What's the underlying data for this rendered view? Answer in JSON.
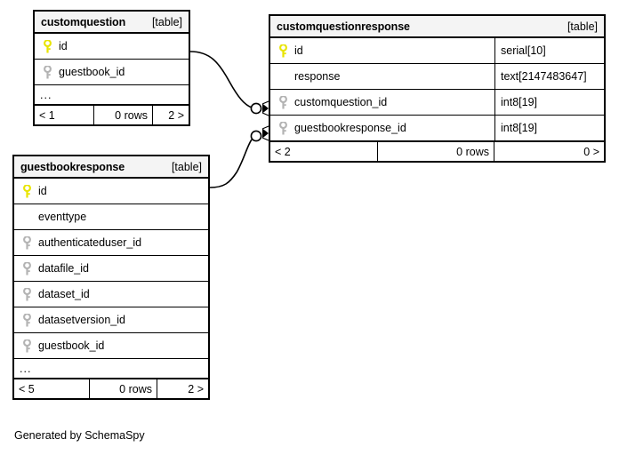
{
  "diagram": {
    "caption": "Generated by SchemaSpy",
    "table_tag": "[table]",
    "ellipsis": "..."
  },
  "entities": [
    {
      "id": "customquestion",
      "title": "customquestion",
      "tag": "[table]",
      "has_ellipsis_row": true,
      "columns": [
        {
          "name": "id",
          "key": "primary",
          "type": ""
        },
        {
          "name": "guestbook_id",
          "key": "foreign",
          "type": ""
        }
      ],
      "footer": {
        "left": "< 1",
        "center": "0 rows",
        "right": "2 >"
      }
    },
    {
      "id": "customquestionresponse",
      "title": "customquestionresponse",
      "tag": "[table]",
      "has_ellipsis_row": false,
      "columns": [
        {
          "name": "id",
          "key": "primary",
          "type": "serial[10]"
        },
        {
          "name": "response",
          "key": "none",
          "type": "text[2147483647]"
        },
        {
          "name": "customquestion_id",
          "key": "foreign",
          "type": "int8[19]"
        },
        {
          "name": "guestbookresponse_id",
          "key": "foreign",
          "type": "int8[19]"
        }
      ],
      "footer": {
        "left": "< 2",
        "center": "0 rows",
        "right": "0 >"
      }
    },
    {
      "id": "guestbookresponse",
      "title": "guestbookresponse",
      "tag": "[table]",
      "has_ellipsis_row": true,
      "columns": [
        {
          "name": "id",
          "key": "primary",
          "type": ""
        },
        {
          "name": "eventtype",
          "key": "none",
          "type": ""
        },
        {
          "name": "authenticateduser_id",
          "key": "foreign",
          "type": ""
        },
        {
          "name": "datafile_id",
          "key": "foreign",
          "type": ""
        },
        {
          "name": "dataset_id",
          "key": "foreign",
          "type": ""
        },
        {
          "name": "datasetversion_id",
          "key": "foreign",
          "type": ""
        },
        {
          "name": "guestbook_id",
          "key": "foreign",
          "type": ""
        }
      ],
      "footer": {
        "left": "< 5",
        "center": "0 rows",
        "right": "2 >"
      }
    }
  ],
  "relationships": [
    {
      "name": "customquestion-to-customquestionresponse",
      "from": "customquestion.id",
      "to": "customquestionresponse.customquestion_id"
    },
    {
      "name": "guestbookresponse-to-customquestionresponse",
      "from": "guestbookresponse.id",
      "to": "customquestionresponse.guestbookresponse_id"
    }
  ],
  "colors": {
    "primary_key": "#e8e400",
    "foreign_key": "#b3b3b3",
    "header_bg": "#f4f4f4",
    "border": "#000000",
    "background": "#ffffff"
  },
  "icons": {
    "primary_key": "key-icon-primary",
    "foreign_key": "key-icon-foreign"
  }
}
